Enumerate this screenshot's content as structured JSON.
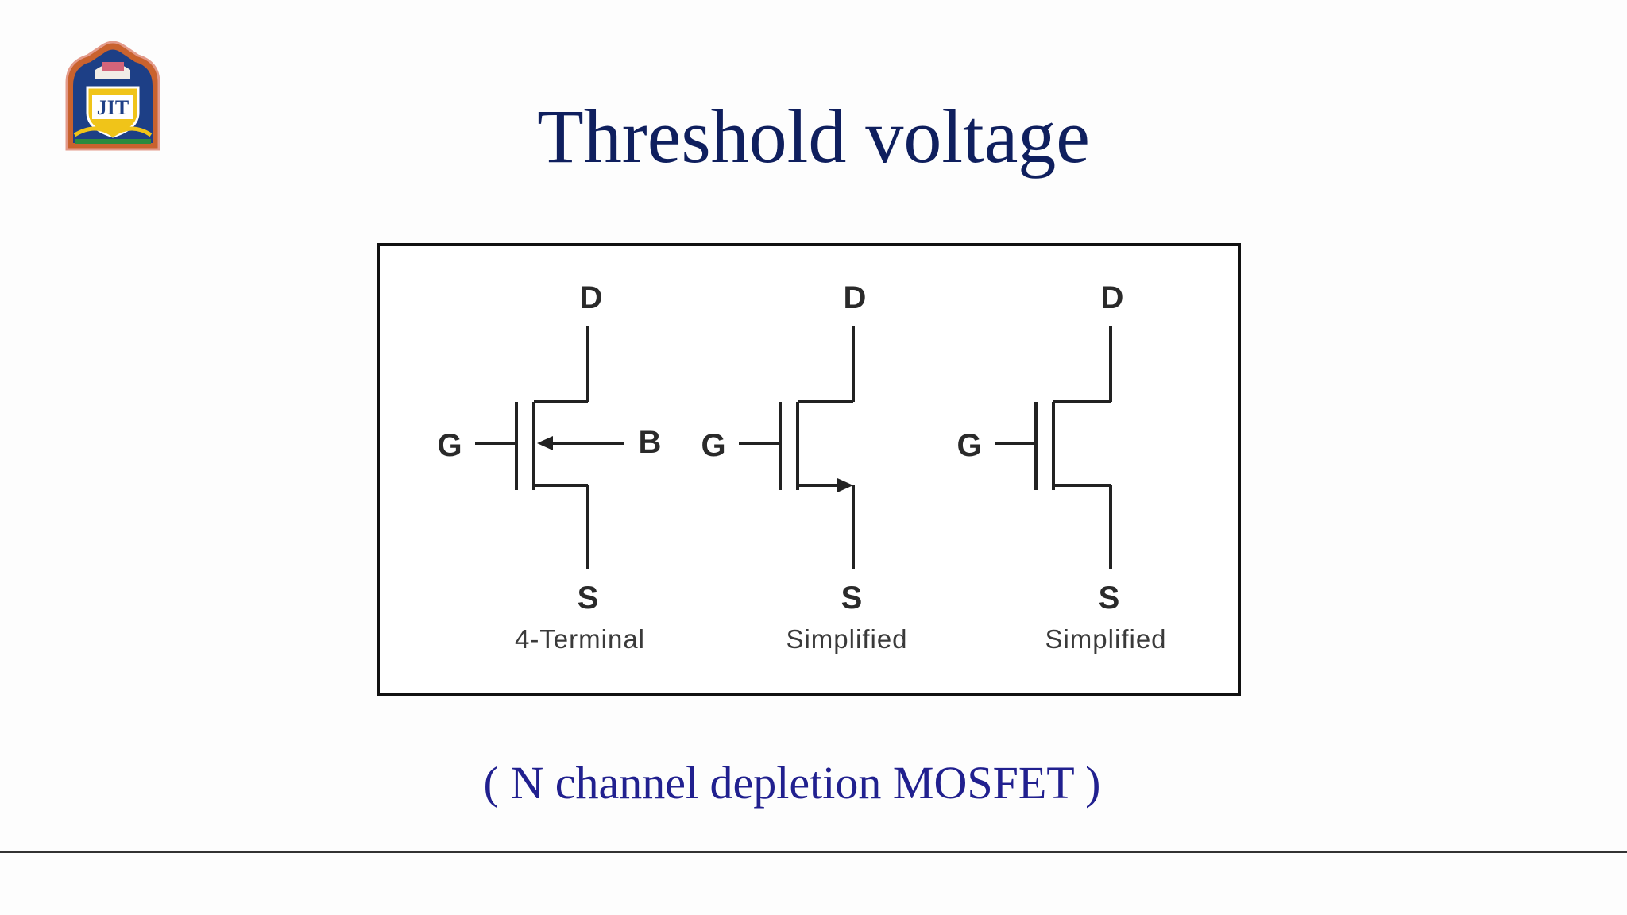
{
  "slide": {
    "title": "Threshold voltage",
    "caption": "( N channel depletion MOSFET )"
  },
  "logo": {
    "icon": "institute-crest-icon",
    "text": "JIT"
  },
  "symbols": [
    {
      "drain": "D",
      "gate": "G",
      "source": "S",
      "body": "B",
      "label": "4-Terminal"
    },
    {
      "drain": "D",
      "gate": "G",
      "source": "S",
      "label": "Simplified"
    },
    {
      "drain": "D",
      "gate": "G",
      "source": "S",
      "label": "Simplified"
    }
  ],
  "colors": {
    "title": "#0f1f5e",
    "caption": "#21208f",
    "line": "#222222"
  }
}
